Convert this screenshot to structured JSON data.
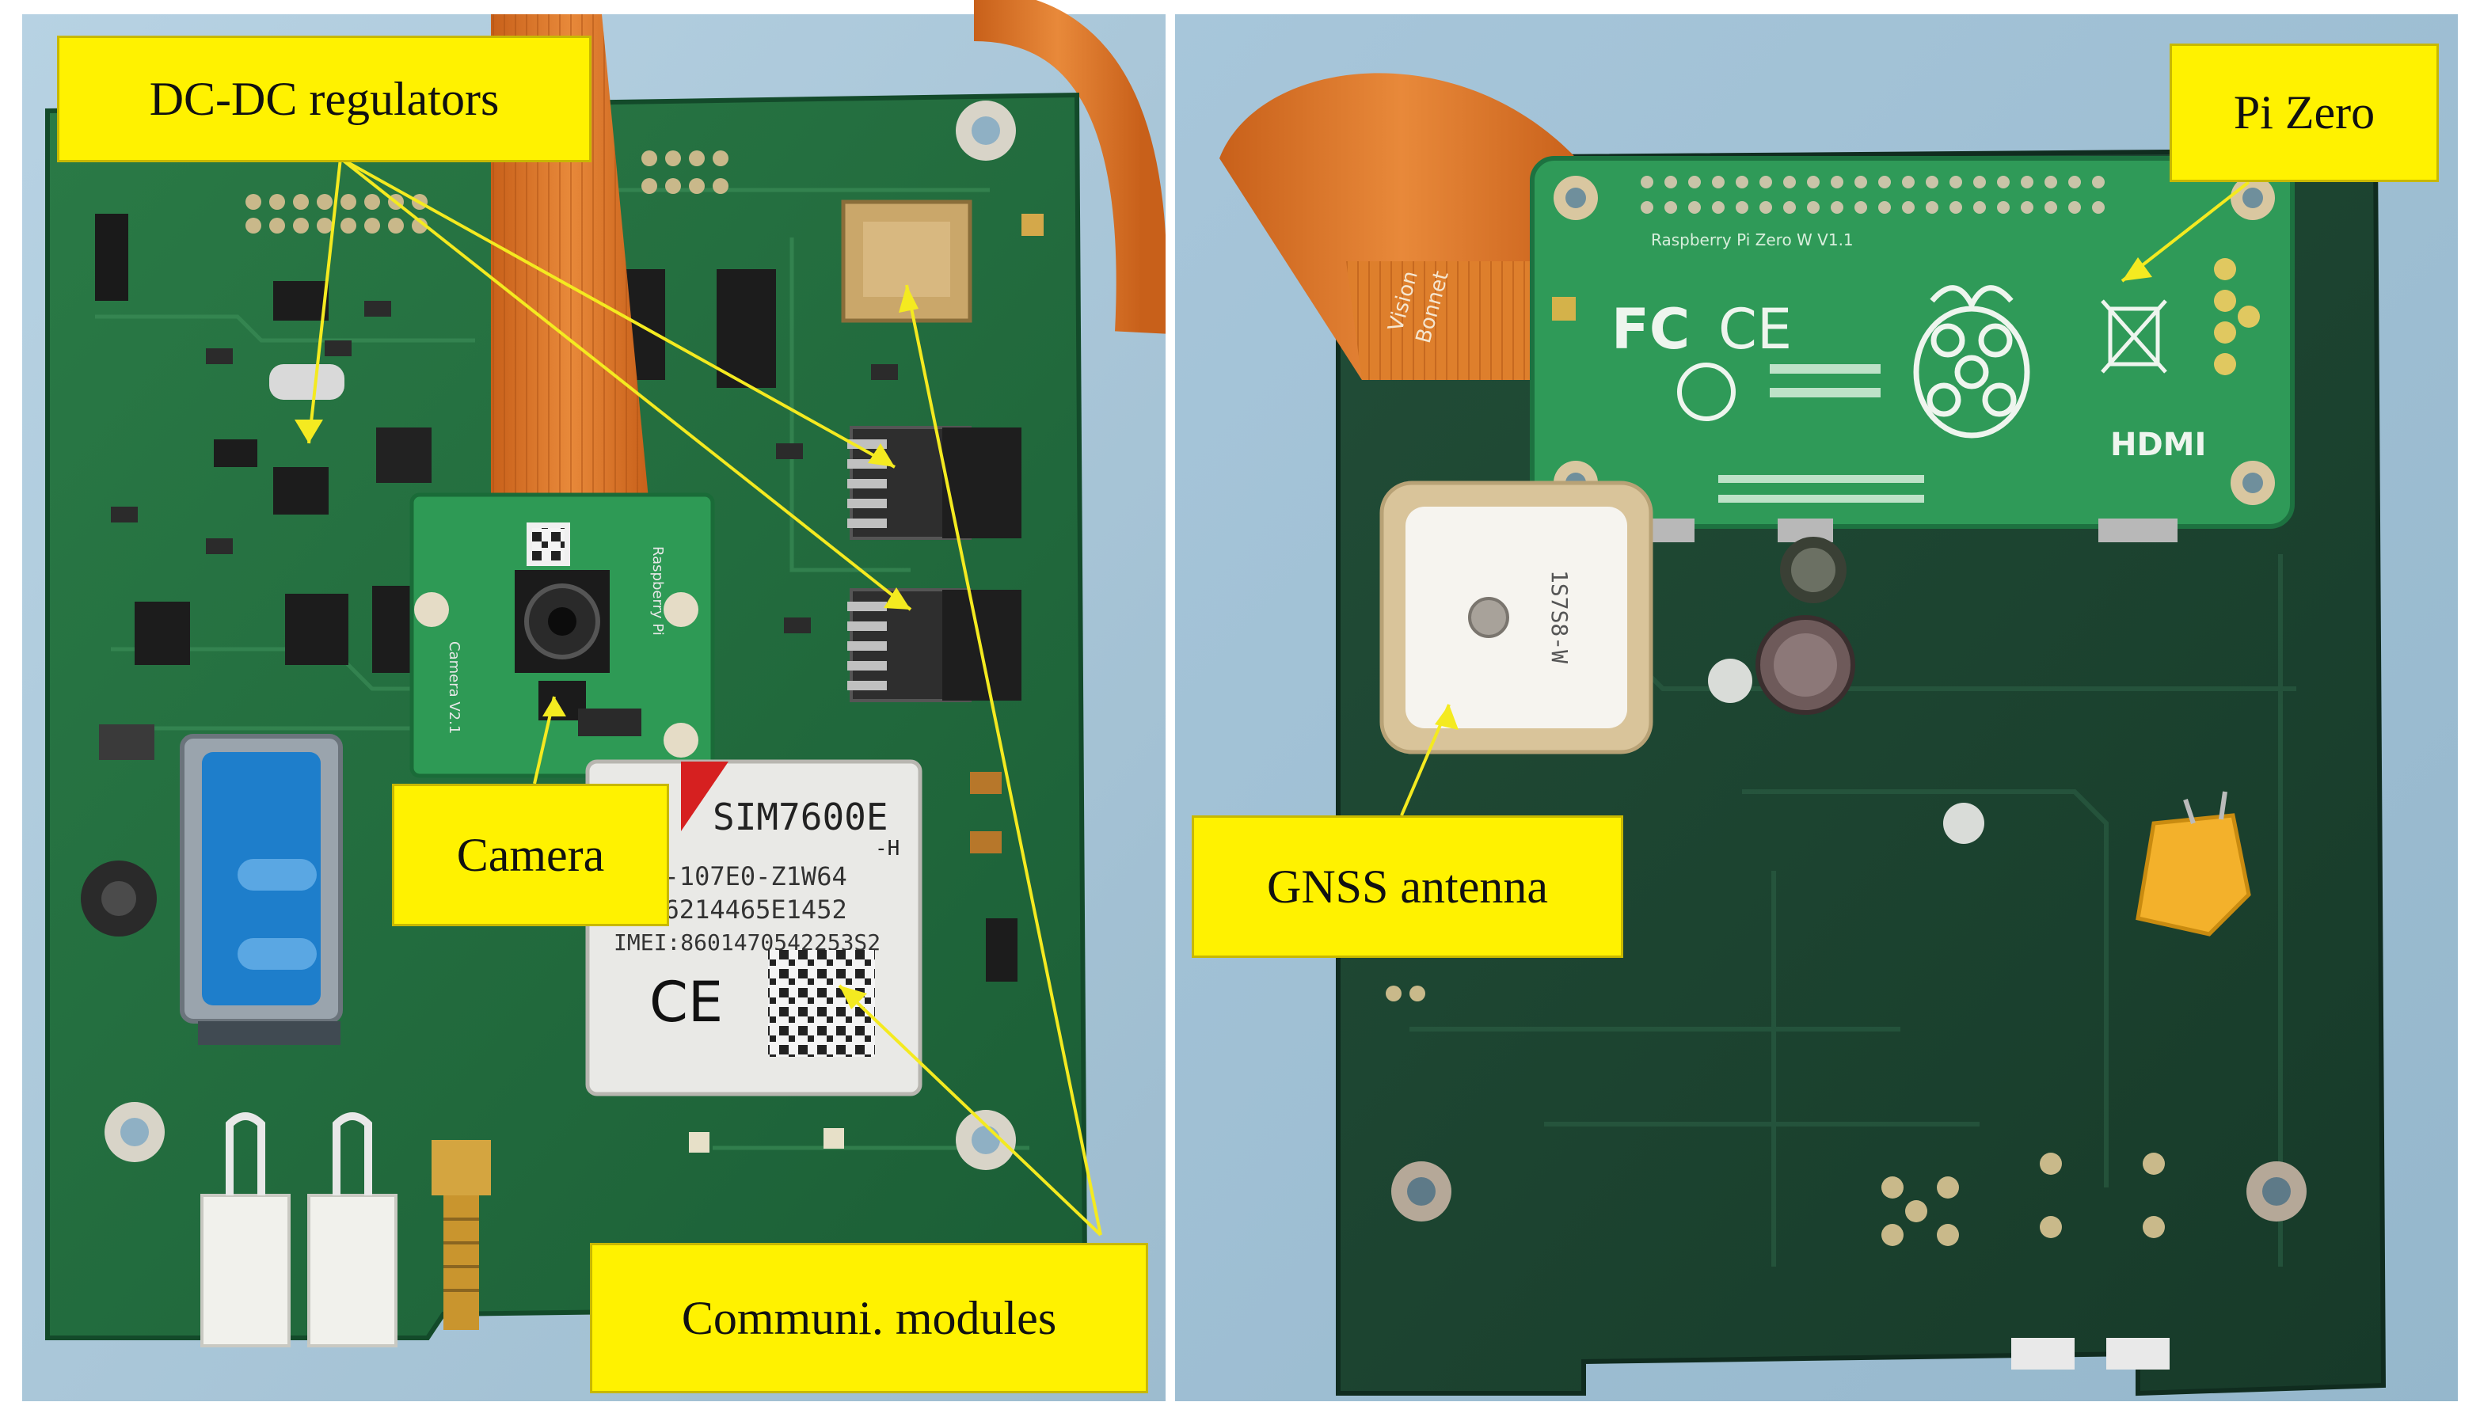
{
  "labels": {
    "dcdc": "DC-DC regulators",
    "camera": "Camera",
    "modules": "Communi. modules",
    "pizero": "Pi Zero",
    "gnss": "GNSS antenna"
  },
  "module_text": {
    "model": "SIM7600E",
    "suffix": "-H",
    "line1": "S2-107E0-Z1W64",
    "line2": "P06214465E1452",
    "line3": "IMEI:8601470542253S2",
    "ce": "CE"
  },
  "pizero_text": {
    "fc": "FC",
    "ce": "CE",
    "hdmi": "HDMI",
    "brand": "Raspberry Pi Zero W V1.1"
  },
  "cable_text": {
    "vision": "Vision",
    "bonnet": "Bonnet"
  },
  "camera_text": {
    "board": "Camera V2.1",
    "brand": "Raspberry Pi"
  },
  "antenna_text": {
    "code": "1S7S8-W"
  },
  "colors": {
    "callout_fill": "#fff200",
    "pcb_green": "#1f6b3c",
    "pcb_dark": "#16452e",
    "background_blue": "#a9c6d8",
    "cable_orange": "#d9731f"
  }
}
